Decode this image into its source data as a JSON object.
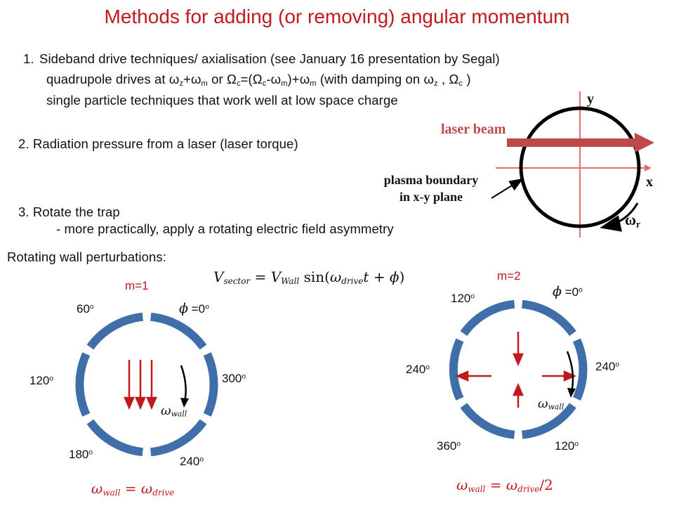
{
  "title": "Methods for adding (or removing) angular momentum",
  "items": {
    "item1_num": "1.",
    "item1_text": "Sideband drive techniques/ axialisation (see January 16 presentation by Segal)",
    "item1_sub1": "quadrupole drives at ωz+ωm or Ωc=(Ωc-ωm)+ωm (with damping on ωz , Ωc )",
    "item1_sub2": "single particle techniques that work well at low space charge",
    "item2": "2.  Radiation pressure from a laser (laser torque)",
    "item3": "3.  Rotate the trap",
    "item3_sub": "- more practically, apply a rotating electric field asymmetry"
  },
  "plasma_diagram": {
    "axis_y": "y",
    "axis_x": "x",
    "laser_label": "laser beam",
    "boundary_label_line1": "plasma boundary",
    "boundary_label_line2": "in x-y plane",
    "omega_r": "ωr",
    "axis_color": "#e07070",
    "laser_color": "#c0474a"
  },
  "rotating_wall": {
    "heading": "Rotating wall perturbations:",
    "formula": "Vsector = VWall sin(ωdrive t + ϕ)",
    "m1": {
      "label": "m=1",
      "angles": [
        "ϕ =0o",
        "60o",
        "120o",
        "180o",
        "240o",
        "300o"
      ],
      "omega_wall": "ωwall",
      "relation": "ωwall = ωdrive"
    },
    "m2": {
      "label": "m=2",
      "angles": [
        "ϕ =0o",
        "120o",
        "240o",
        "360o",
        "120o",
        "240o"
      ],
      "omega_wall": "ωwall",
      "relation": "ωwall = ωdrive/2"
    },
    "ring_color": "#3f6ea8",
    "arrow_color": "#c0191e"
  }
}
